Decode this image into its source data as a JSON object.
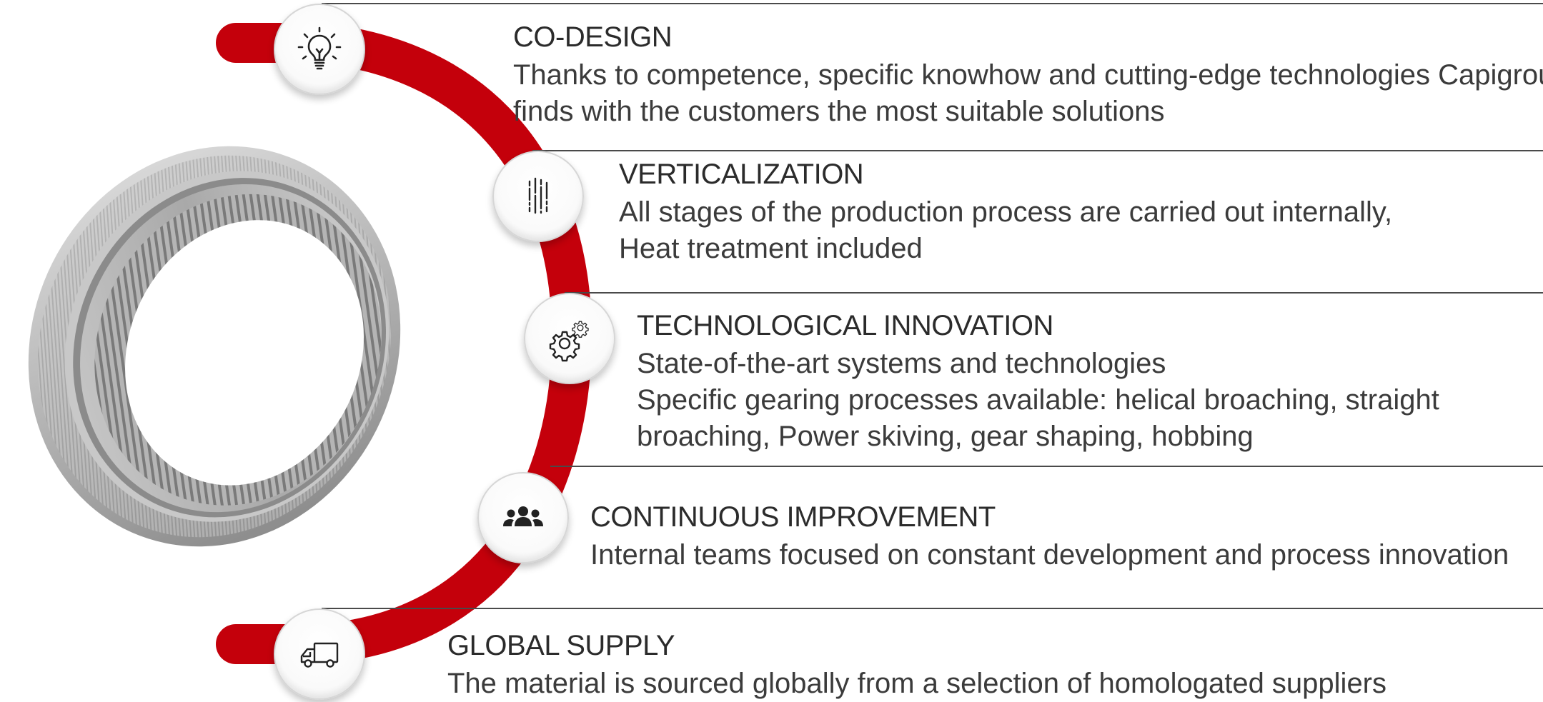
{
  "colors": {
    "accent": "#c4000b",
    "rule": "#4a4a4a",
    "text": "#3b3b3b"
  },
  "items": [
    {
      "title": "CO-DESIGN",
      "lines": [
        "Thanks to competence, specific knowhow and cutting-edge technologies Capigroup",
        "finds with the customers the most suitable solutions"
      ],
      "icon": "lightbulb-icon"
    },
    {
      "title": "VERTICALIZATION",
      "lines": [
        "All stages of the production process are carried out internally,",
        "Heat treatment included"
      ],
      "icon": "vertical-lines-icon"
    },
    {
      "title": "TECHNOLOGICAL INNOVATION",
      "lines": [
        "State-of-the-art systems and technologies",
        "Specific gearing processes available: helical broaching, straight",
        "broaching, Power skiving, gear shaping, hobbing"
      ],
      "icon": "gears-icon"
    },
    {
      "title": "CONTINUOUS IMPROVEMENT",
      "lines": [
        "Internal teams focused on constant development and process innovation"
      ],
      "icon": "team-icon"
    },
    {
      "title": "GLOBAL SUPPLY",
      "lines": [
        "The material is sourced globally from a selection of homologated suppliers"
      ],
      "icon": "truck-icon"
    }
  ]
}
